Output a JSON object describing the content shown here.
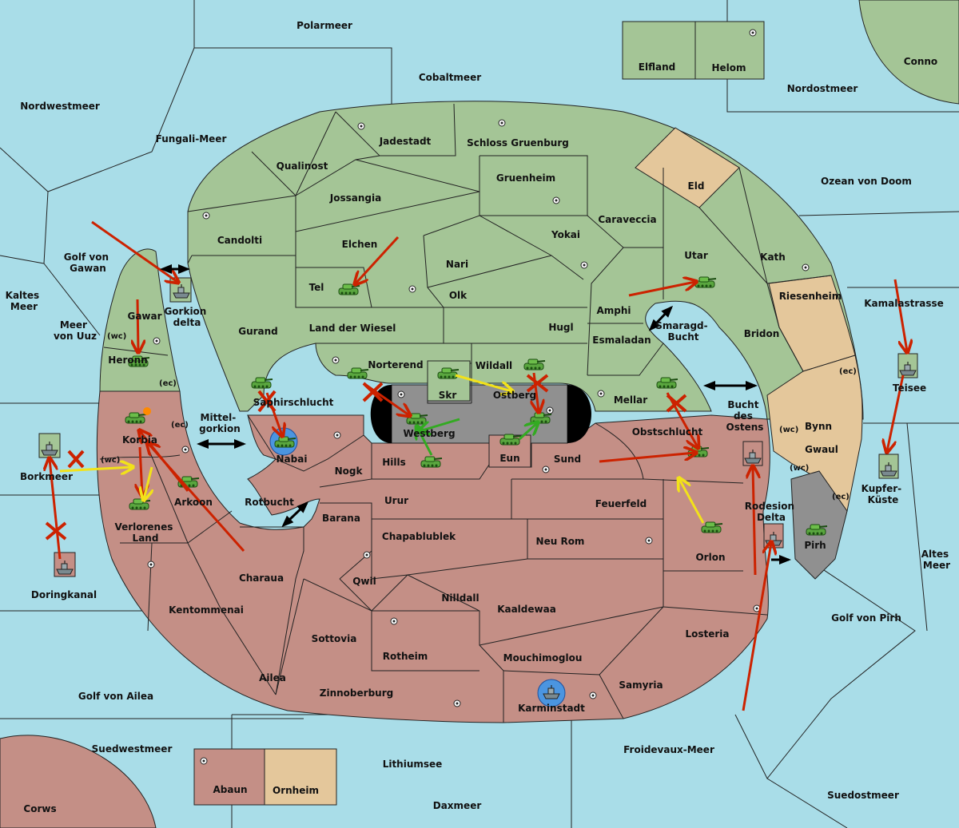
{
  "colors": {
    "sea": "#a9dde8",
    "power_green": "#a4c596",
    "power_red": "#c48f86",
    "neutral_tan": "#e4c79b",
    "impassable": "#909090",
    "attack_arrow": "#cc2200",
    "support_arrow": "#f2e21a",
    "convoy_arrow": "#33aa22"
  },
  "seas": {
    "polarmeer": "Polarmeer",
    "cobaltmeer": "Cobaltmeer",
    "nordwestmeer": "Nordwestmeer",
    "fungali": "Fungali-Meer",
    "nordostmeer": "Nordostmeer",
    "ozean_doom": "Ozean von Doom",
    "golf_gawan": "Golf von\nGawan",
    "kaltes_meer": "Kaltes\nMeer",
    "meer_uuz": "Meer\nvon Uuz",
    "kamalastrasse": "Kamalastrasse",
    "mittelgorkion": "Mittel-\ngorkion",
    "rotbucht": "Rotbucht",
    "smaragd": "Smaragd-\nBucht",
    "bucht_ostens": "Bucht\ndes\nOstens",
    "altes_meer": "Altes\nMeer",
    "golf_pirh": "Golf von Pirh",
    "golf_ailea": "Golf von Ailea",
    "suedwestmeer": "Suedwestmeer",
    "lithiumsee": "Lithiumsee",
    "froidevaux": "Froidevaux-Meer",
    "suedostmeer": "Suedostmeer",
    "daxmeer": "Daxmeer",
    "gorkion_delta": "Gorkion\ndelta",
    "rodesion_delta": "Rodesion\nDelta"
  },
  "territories": {
    "elfland": "Elfland",
    "helom": "Helom",
    "conno": "Conno",
    "jadestadt": "Jadestadt",
    "schloss": "Schloss Gruenburg",
    "qualinost": "Qualinost",
    "gruenheim": "Gruenheim",
    "eld": "Eld",
    "jossangia": "Jossangia",
    "caraveccia": "Caraveccia",
    "candolti": "Candolti",
    "elchen": "Elchen",
    "yokai": "Yokai",
    "utar": "Utar",
    "kath": "Kath",
    "nari": "Nari",
    "tel": "Tel",
    "olk": "Olk",
    "amphi": "Amphi",
    "riesenheim": "Riesenheim",
    "gawar": "Gawar",
    "gurand": "Gurand",
    "land_wiesel": "Land der Wiesel",
    "hugl": "Hugl",
    "bridon": "Bridon",
    "esmaladan": "Esmaladan",
    "heronn": "Heronn",
    "norterend": "Norterend",
    "wildall": "Wildall",
    "skr": "Skr",
    "ostberg": "Ostberg",
    "mellar": "Mellar",
    "teisee": "Teisee",
    "saphirschlucht": "Saphirschlucht",
    "bynn": "Bynn",
    "korbia": "Korbia",
    "westberg": "Westberg",
    "obstschlucht": "Obstschlucht",
    "gwaul": "Gwaul",
    "borkmeer": "Borkmeer",
    "nabai": "Nabai",
    "hills": "Hills",
    "eun": "Eun",
    "sund": "Sund",
    "nogk": "Nogk",
    "kupferkueste": "Kupfer-\nKüste",
    "arkoon": "Arkoon",
    "urur": "Urur",
    "feuerfeld": "Feuerfeld",
    "pirh": "Pirh",
    "barana": "Barana",
    "verlorenes": "Verlorenes\nLand",
    "chapablublek": "Chapablublek",
    "neu_rom": "Neu Rom",
    "orlon": "Orlon",
    "doringkanal": "Doringkanal",
    "qwil": "Qwil",
    "charaua": "Charaua",
    "nilldall": "Nilldall",
    "kaaldewaa": "Kaaldewaa",
    "kentommenai": "Kentommenai",
    "losteria": "Losteria",
    "sottovia": "Sottovia",
    "rotheim": "Rotheim",
    "mouchimoglou": "Mouchimoglou",
    "ailea": "Ailea",
    "samyria": "Samyria",
    "zinnoberburg": "Zinnoberburg",
    "karminstadt": "Karminstadt",
    "abaun": "Abaun",
    "ornheim": "Ornheim",
    "corws": "Corws"
  },
  "coast_tags": {
    "wc": "(wc)",
    "ec": "(ec)"
  }
}
